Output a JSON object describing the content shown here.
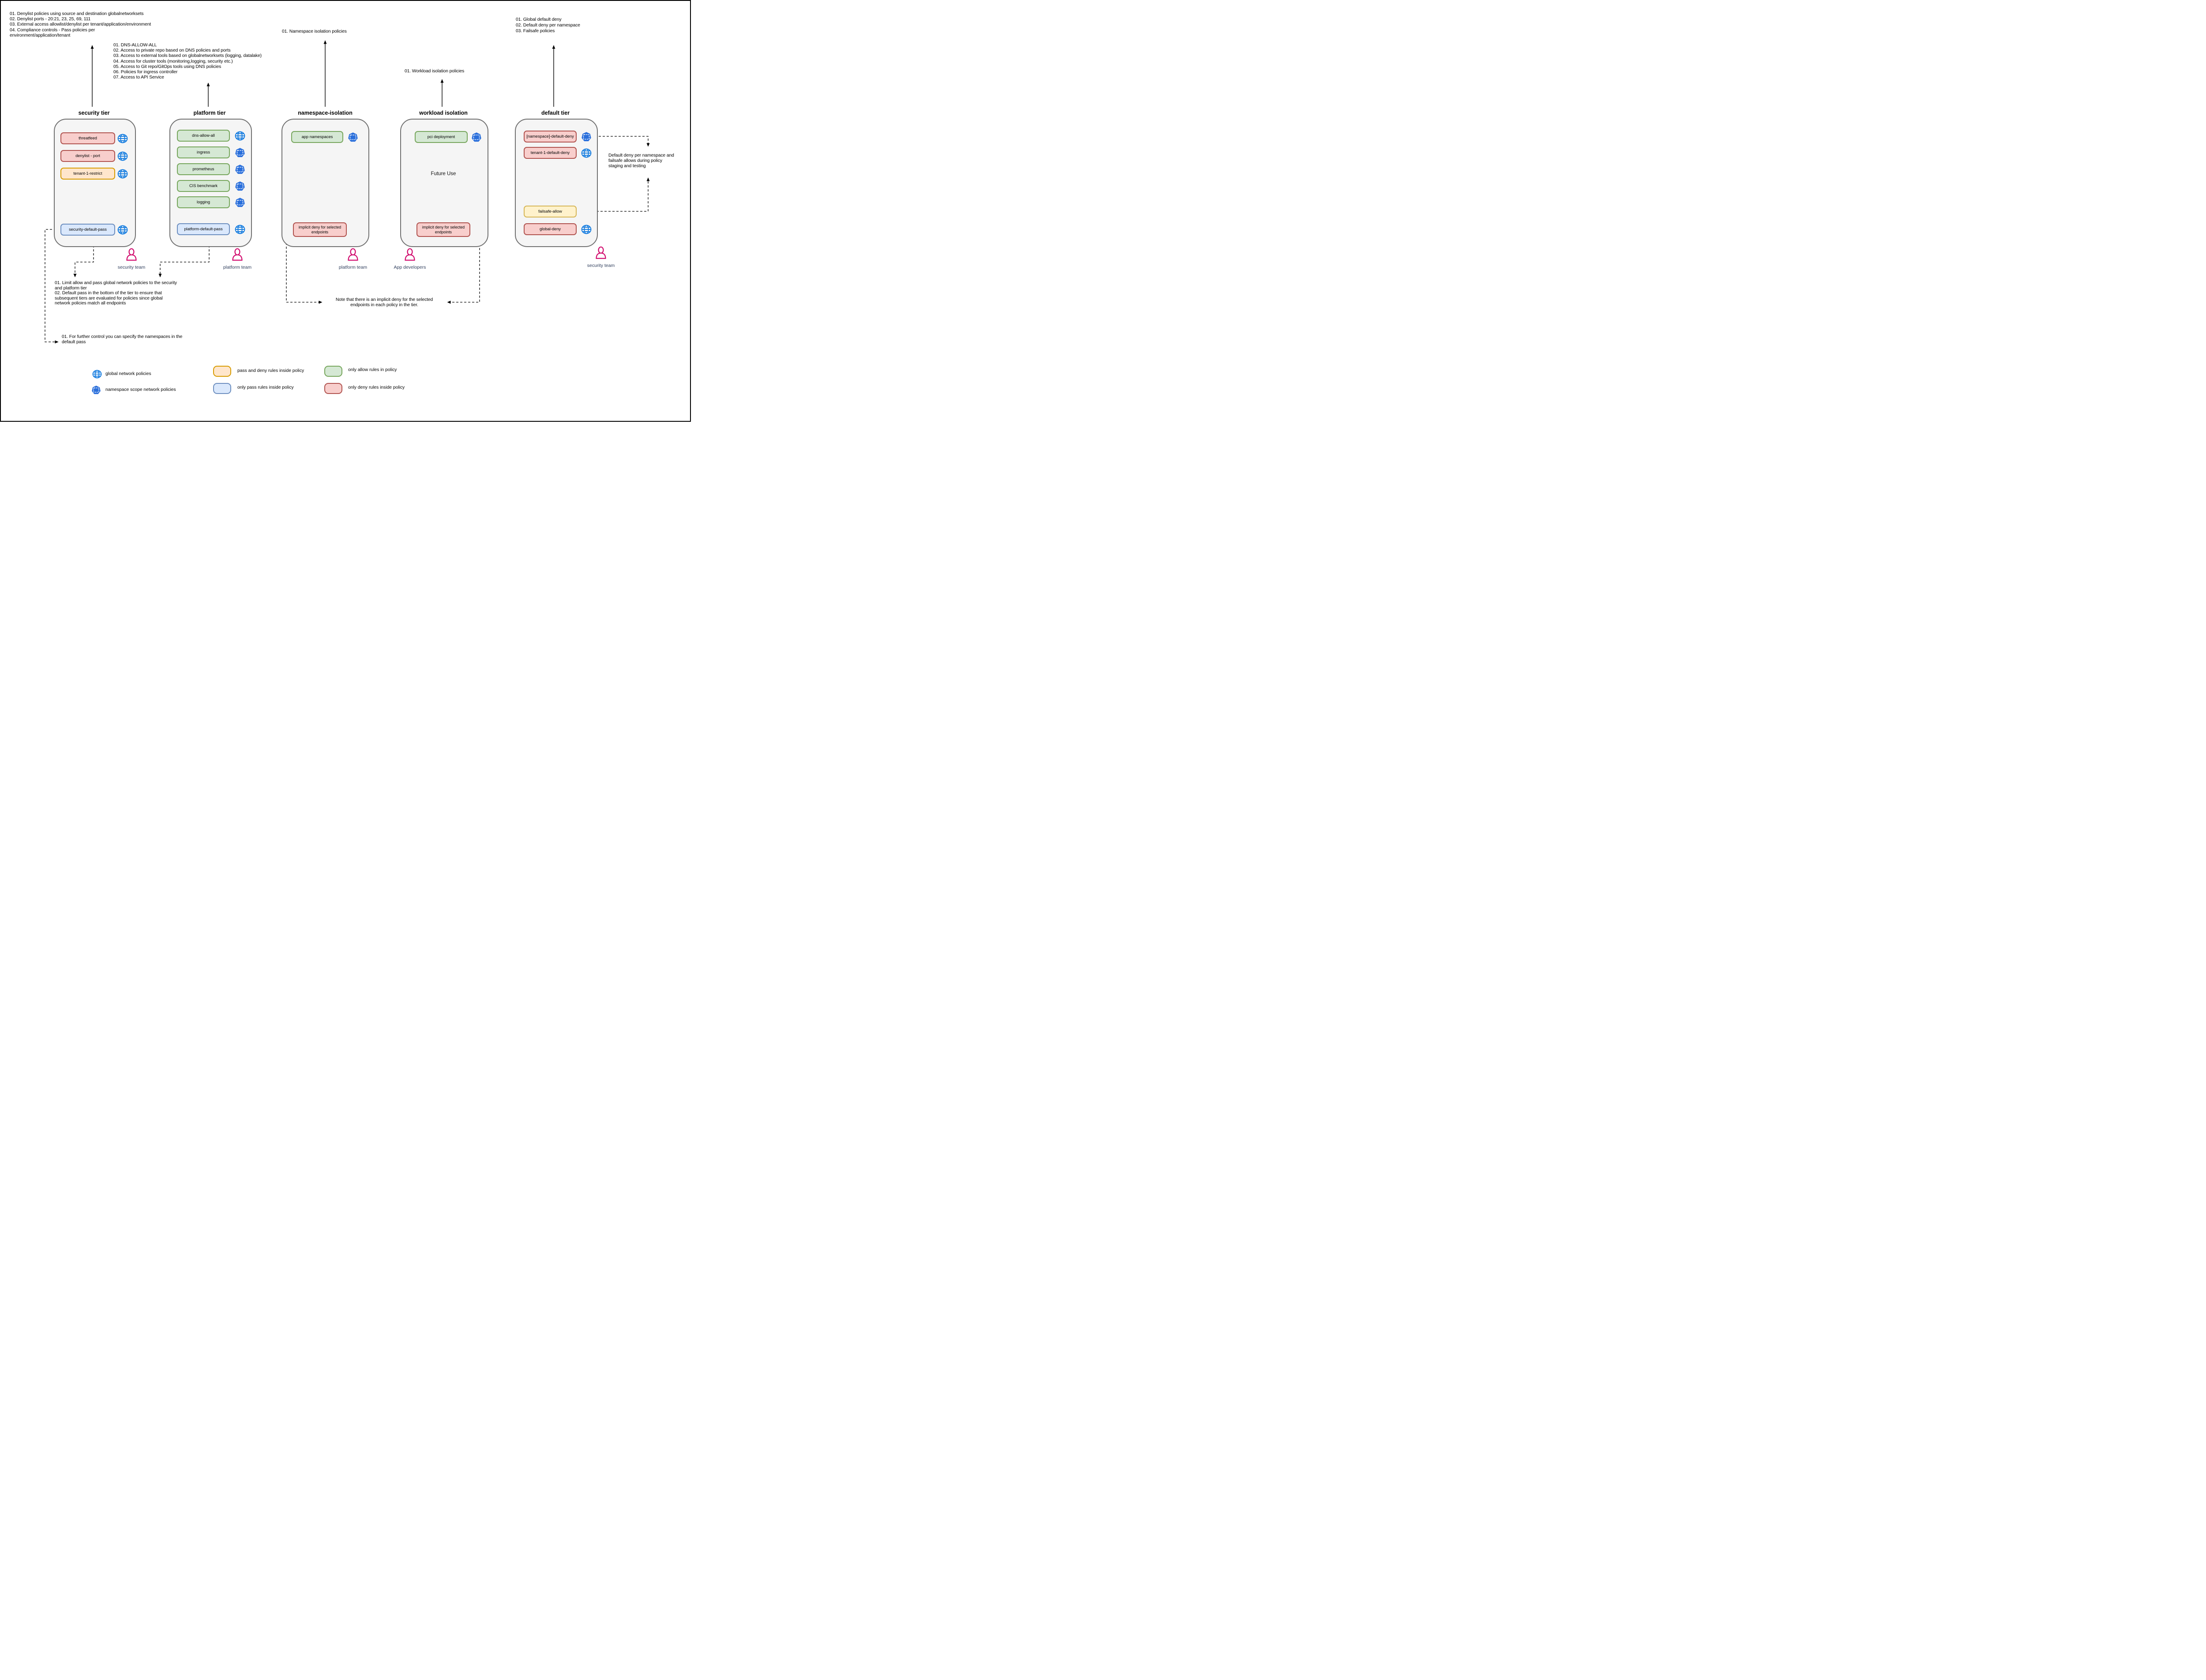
{
  "colors": {
    "deny_fill": "#f8cecc",
    "deny_stroke": "#b0524e",
    "pass_and_deny_fill": "#ffe6cc",
    "pass_and_deny_stroke": "#d79b00",
    "failsafe_fill": "#fff2cc",
    "failsafe_stroke": "#d6b656",
    "allow_fill": "#d5e8d4",
    "allow_stroke": "#76a65c",
    "pass_fill": "#dae8fc",
    "pass_stroke": "#6c8ebf",
    "tier_fill": "#f5f5f5",
    "tier_stroke": "#707070",
    "global_policy_icon": "#1a7fe0",
    "namespace_policy_icon": "#2a6fdb",
    "person": "#d10a6d",
    "team_label": "#2f3e5c"
  },
  "notes": {
    "security_tier_top": {
      "lines": [
        "01. Denylist policies using source and destination globalnetworksets",
        "02. Denylist ports - 20:21, 23, 25, 69, 111",
        "03. External access allowlist/denylist per tenant/application/environment",
        "04. Compliance controls - Pass policies per",
        "environment/application/tenant"
      ]
    },
    "platform_tier_top": {
      "lines": [
        "01. DNS-ALLOW-ALL",
        "02. Access to private repo based on DNS policies and ports",
        "03. Access to external tools based on globalnetworksets (logging, datalake)",
        "04. Access for cluster tools (monitoring,logging, security etc.)",
        "05. Access to Git repo/GitOps tools using DNS policies",
        "06. Policies for ingress controller",
        "07. Access to API Service"
      ]
    },
    "namespace_tier_top": "01. Namespace isolation policies",
    "workload_tier_top": "01. Workload isolation policies",
    "default_tier_top": {
      "lines": [
        "01. Global default deny",
        "02. Default deny per namespace",
        "03. Failsafe policies"
      ]
    },
    "limit_allow": {
      "lines": [
        "01. Limit allow and pass global network policies to the security",
        "and platform tier",
        "02. Default pass in the bottom of the tier to ensure that",
        "subsequent tiers are evaluated for policies since global",
        "network policies match all endpoints"
      ]
    },
    "further_control": {
      "lines": [
        "01. For further control you can specify the namespaces in the",
        "default pass"
      ]
    },
    "implicit_deny_note": {
      "lines": [
        "Note that there is an implicit deny for the selected",
        "endpoints in each policy in the tier."
      ]
    },
    "default_deny_staging_note": {
      "lines": [
        "Default deny per namespace and",
        "failsafe allows during policy",
        "staging and testing"
      ]
    }
  },
  "tiers": [
    {
      "title": "security tier",
      "policies": [
        {
          "label": "threatfeed",
          "rule_type": "only deny",
          "scope": "global"
        },
        {
          "label": "denylist - port",
          "rule_type": "only deny",
          "scope": "global"
        },
        {
          "label": "tenant-1-restrict",
          "rule_type": "pass and deny",
          "scope": "global"
        },
        {
          "label": "security-default-pass",
          "rule_type": "only pass",
          "scope": "global"
        }
      ]
    },
    {
      "title": "platform tier",
      "policies": [
        {
          "label": "dns-allow-all",
          "rule_type": "only allow",
          "scope": "global"
        },
        {
          "label": "ingress",
          "rule_type": "only allow",
          "scope": "namespace"
        },
        {
          "label": "prometheus",
          "rule_type": "only allow",
          "scope": "namespace"
        },
        {
          "label": "CIS benchmark",
          "rule_type": "only allow",
          "scope": "namespace"
        },
        {
          "label": "logging",
          "rule_type": "only allow",
          "scope": "namespace"
        },
        {
          "label": "platform-default-pass",
          "rule_type": "only pass",
          "scope": "global"
        }
      ]
    },
    {
      "title": "namespace-isolation",
      "policies": [
        {
          "label": "app namespaces",
          "rule_type": "only allow",
          "scope": "namespace"
        },
        {
          "label": "implicit deny for selected endpoints",
          "rule_type": "only deny",
          "scope": ""
        }
      ]
    },
    {
      "title": "workload isolation",
      "center_label": "Future Use",
      "policies": [
        {
          "label": "pci deployment",
          "rule_type": "only allow",
          "scope": "namespace"
        },
        {
          "label": "implicit deny for selected endpoints",
          "rule_type": "only deny",
          "scope": ""
        }
      ]
    },
    {
      "title": "default tier",
      "policies": [
        {
          "label": "[namespace]-default-deny",
          "rule_type": "only deny",
          "scope": "namespace"
        },
        {
          "label": "tenant-1-default-deny",
          "rule_type": "only deny",
          "scope": "global"
        },
        {
          "label": "failsafe-allow",
          "rule_type": "failsafe",
          "scope": ""
        },
        {
          "label": "global-deny",
          "rule_type": "only deny",
          "scope": "global"
        }
      ]
    }
  ],
  "teams": [
    {
      "label": "security team"
    },
    {
      "label": "platform team"
    },
    {
      "label": "platform team"
    },
    {
      "label": "App developers"
    },
    {
      "label": "security team"
    }
  ],
  "legend": {
    "global_policies": "global network policies",
    "namespace_policies": "namespace scope network policies",
    "pass_and_deny": "pass and deny rules inside policy",
    "only_allow": "only allow rules in policy",
    "only_pass": "only pass rules inside policy",
    "only_deny": "only deny rules inside policy"
  }
}
